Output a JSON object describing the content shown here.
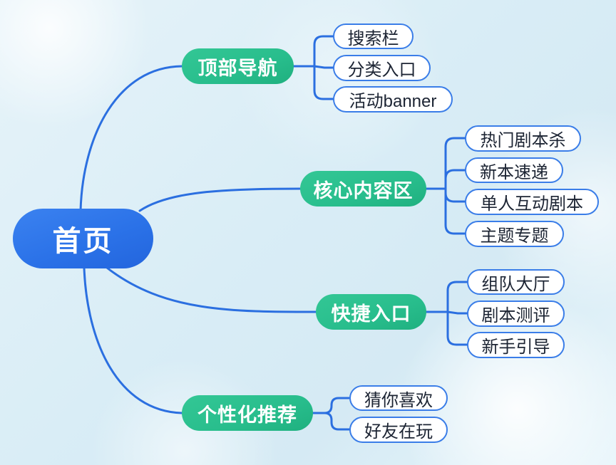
{
  "mindmap": {
    "root": {
      "label": "首页"
    },
    "branches": [
      {
        "label": "顶部导航",
        "children": [
          {
            "label": "搜索栏"
          },
          {
            "label": "分类入口"
          },
          {
            "label": "活动banner"
          }
        ]
      },
      {
        "label": "核心内容区",
        "children": [
          {
            "label": "热门剧本杀"
          },
          {
            "label": "新本速递"
          },
          {
            "label": "单人互动剧本"
          },
          {
            "label": "主题专题"
          }
        ]
      },
      {
        "label": "快捷入口",
        "children": [
          {
            "label": "组队大厅"
          },
          {
            "label": "剧本测评"
          },
          {
            "label": "新手引导"
          }
        ]
      },
      {
        "label": "个性化推荐",
        "children": [
          {
            "label": "猜你喜欢"
          },
          {
            "label": "好友在玩"
          }
        ]
      }
    ],
    "colors": {
      "root_fill": "#2b72e8",
      "branch_fill": "#28bd8c",
      "connector": "#2b6fe0",
      "leaf_border": "#3a7de8",
      "leaf_text": "#1c2433",
      "node_text": "#ffffff",
      "background": "#d9edf6"
    }
  }
}
